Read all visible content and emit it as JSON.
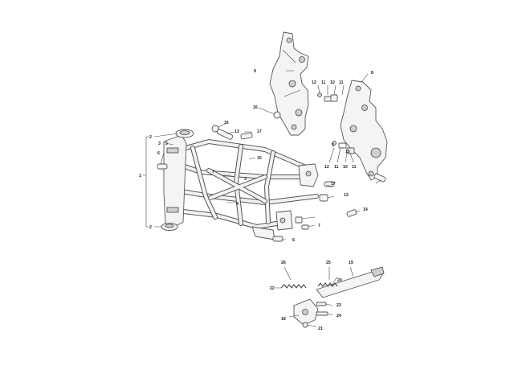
{
  "callouts": {
    "c1": "1",
    "c2a": "2",
    "c2b": "2",
    "c3a": "3",
    "c3b": "3",
    "c4": "4",
    "c5a": "5",
    "c5b": "5",
    "c6a": "6",
    "c6b": "6",
    "c7a": "7",
    "c7b": "7",
    "c8": "8",
    "c9": "9",
    "c10a": "10",
    "c10b": "10",
    "c11a": "11",
    "c11b": "11",
    "c11c": "11",
    "c11d": "11",
    "c12a": "12",
    "c12b": "12",
    "c13a": "13",
    "c13b": "13",
    "c14": "14",
    "c15a": "15",
    "c15b": "15",
    "c16a": "16",
    "c16b": "16",
    "c17a": "17",
    "c17b": "17",
    "c18": "18",
    "c19": "19",
    "c20": "20",
    "c21": "21",
    "c22": "22",
    "c23": "23",
    "c24": "24",
    "c25": "25",
    "c26": "26"
  }
}
